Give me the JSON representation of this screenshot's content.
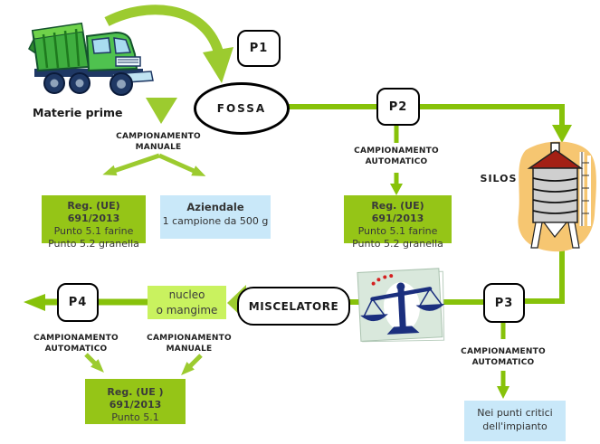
{
  "diagram_title": "feed-plant-sampling-flow",
  "colors": {
    "line_green": "#87c20a",
    "arrow_green": "#9ccb2f",
    "box_green": "#95c517",
    "box_light_green": "#c9f25f",
    "box_light_blue": "#c9e8f9",
    "silo_orange": "#f6c671",
    "cone_red": "#a32015",
    "scale_navy": "#1b2f7e",
    "scale_tile": "#d9e8dc",
    "text_dark": "#2e2e2e"
  },
  "nodes": {
    "materie_prime": {
      "label": "Materie prime"
    },
    "p1": {
      "label": "P1"
    },
    "fossa": {
      "label": "FOSSA"
    },
    "p2": {
      "label": "P2"
    },
    "silos": {
      "label": "SILOS"
    },
    "p3": {
      "label": "P3"
    },
    "miscelatore": {
      "label": "MISCELATORE"
    },
    "nucleo": {
      "line1": "nucleo",
      "line2": "o mangime"
    },
    "p4": {
      "label": "P4"
    }
  },
  "sampling_labels": {
    "fossa_manual": {
      "line1": "CAMPIONAMENTO",
      "line2": "MANUALE"
    },
    "p2_auto": {
      "line1": "CAMPIONAMENTO",
      "line2": "AUTOMATICO"
    },
    "p4_auto": {
      "line1": "CAMPIONAMENTO",
      "line2": "AUTOMATICO"
    },
    "nucleo_manual": {
      "line1": "CAMPIONAMENTO",
      "line2": "MANUALE"
    },
    "p3_auto": {
      "line1": "CAMPIONAMENTO",
      "line2": "AUTOMATICO"
    }
  },
  "boxes": {
    "reg_fossa": {
      "title": "Reg. (UE) 691/2013",
      "line1": "Punto 5.1 farine",
      "line2": "Punto 5.2 granella"
    },
    "aziendale": {
      "title": "Aziendale",
      "line1": "1 campione da 500 g"
    },
    "reg_silos": {
      "title": "Reg. (UE) 691/2013",
      "line1": "Punto 5.1 farine",
      "line2": "Punto 5.2 granella"
    },
    "reg_finale": {
      "title": "Reg. (UE ) 691/2013",
      "line1": "Punto 5.1"
    },
    "punti_critici": {
      "line1": "Nei punti critici",
      "line2": "dell'impianto"
    }
  },
  "icons": {
    "truck": "garbage-truck-illustration",
    "silo": "grain-silo-illustration",
    "scale": "balance-scale-illustration"
  }
}
